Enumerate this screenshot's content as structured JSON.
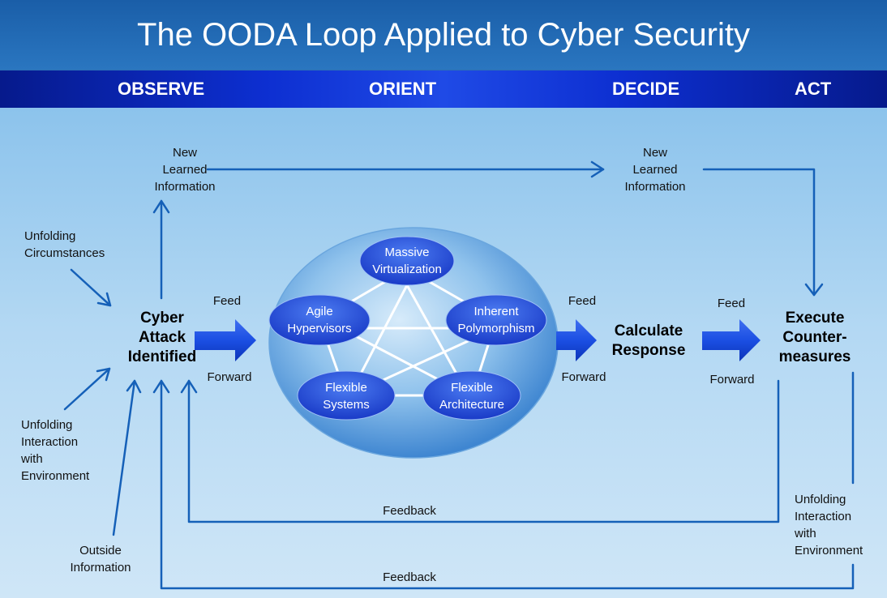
{
  "title": "The OODA Loop Applied to Cyber Security",
  "phases": [
    "OBSERVE",
    "ORIENT",
    "DECIDE",
    "ACT"
  ],
  "inputs": {
    "new_learned_info_left": "New\nLearned\nInformation",
    "new_learned_info_right": "New\nLearned\nInformation",
    "unfolding_circumstances": "Unfolding\nCircumstances",
    "unfolding_interaction_left": "Unfolding\nInteraction\nwith\nEnvironment",
    "outside_information": "Outside\nInformation",
    "unfolding_interaction_right": "Unfolding\nInteraction\nwith\nEnvironment"
  },
  "stages": {
    "cyber_attack": "Cyber\nAttack\nIdentified",
    "calculate_response": "Calculate\nResponse",
    "execute": "Execute\nCounter-\nmeasures"
  },
  "orient_nodes": {
    "top": "Massive\nVirtualization",
    "left": "Agile\nHypervisors",
    "right": "Inherent\nPolymorphism",
    "bottom_left": "Flexible\nSystems",
    "bottom_right": "Flexible\nArchitecture"
  },
  "labels": {
    "feed": "Feed",
    "forward": "Forward",
    "feedback": "Feedback"
  },
  "colors": {
    "title_bar": "#2068b4",
    "phase_bar": "#0d2fd1",
    "arrow": "#1560b8",
    "big_arrow": "#1a52e0",
    "node": "#1e4fd8"
  }
}
